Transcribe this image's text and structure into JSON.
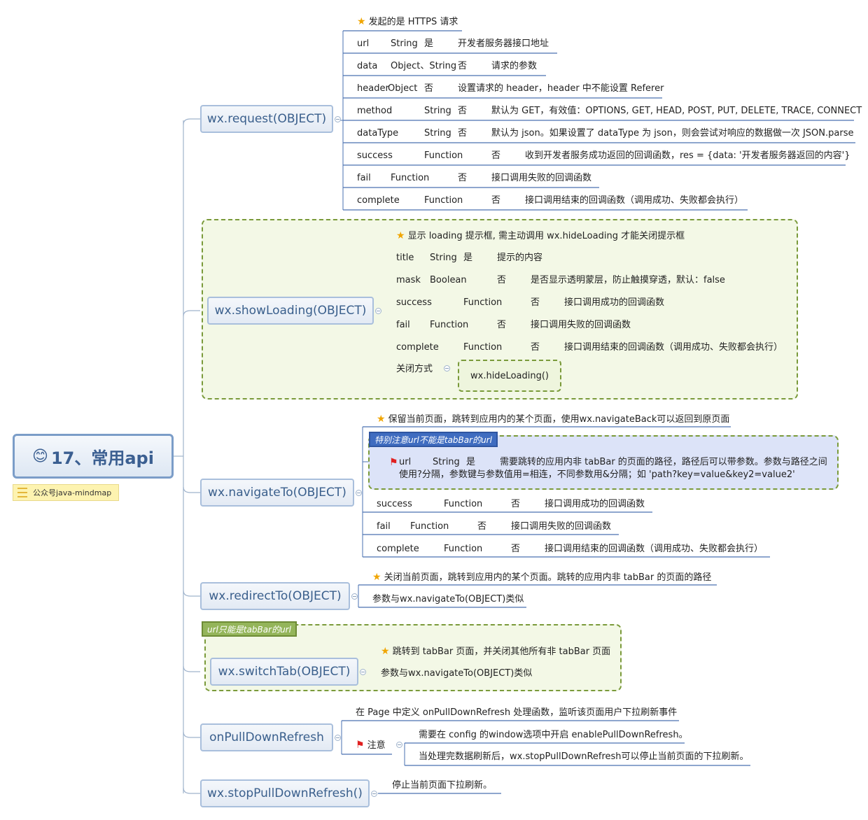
{
  "root": {
    "emoji": "😊",
    "title": "17、常用api",
    "label": "公众号java-mindmap"
  },
  "request": {
    "title": "wx.request(OBJECT)",
    "note": "发起的是 HTTPS 请求",
    "rows": [
      [
        "url",
        "String",
        "是",
        "开发者服务器接口地址"
      ],
      [
        "data",
        "Object、String",
        "否",
        "请求的参数"
      ],
      [
        "header",
        "Object",
        "否",
        "设置请求的 header，header 中不能设置 Referer"
      ],
      [
        "method",
        "String",
        "否",
        "默认为 GET，有效值：OPTIONS, GET, HEAD, POST, PUT, DELETE, TRACE, CONNECT"
      ],
      [
        "dataType",
        "String",
        "否",
        "默认为 json。如果设置了 dataType 为 json，则会尝试对响应的数据做一次 JSON.parse"
      ],
      [
        "success",
        "Function",
        "否",
        "收到开发者服务成功返回的回调函数，res = {data: '开发者服务器返回的内容'}"
      ],
      [
        "fail",
        "Function",
        "否",
        "接口调用失败的回调函数"
      ],
      [
        "complete",
        "Function",
        "否",
        "接口调用结束的回调函数（调用成功、失败都会执行）"
      ]
    ]
  },
  "showLoading": {
    "title": "wx.showLoading(OBJECT)",
    "note": "显示 loading 提示框, 需主动调用 wx.hideLoading 才能关闭提示框",
    "rows": [
      [
        "title",
        "String",
        "是",
        "提示的内容"
      ],
      [
        "mask",
        "Boolean",
        "否",
        "是否显示透明蒙层，防止触摸穿透，默认：false"
      ],
      [
        "success",
        "Function",
        "否",
        "接口调用成功的回调函数"
      ],
      [
        "fail",
        "Function",
        "否",
        "接口调用失败的回调函数"
      ],
      [
        "complete",
        "Function",
        "否",
        "接口调用结束的回调函数（调用成功、失败都会执行）"
      ]
    ],
    "close_label": "关闭方式",
    "close_value": "wx.hideLoading()"
  },
  "navigateTo": {
    "title": "wx.navigateTo(OBJECT)",
    "note": "保留当前页面，跳转到应用内的某个页面，使用wx.navigateBack可以返回到原页面",
    "tag": "特别注意url不能是tabBar的url",
    "url_row": [
      "url",
      "String",
      "是",
      "需要跳转的应用内非 tabBar 的页面的路径，路径后可以带参数。参数与路径之间"
    ],
    "url_row_line2": "使用?分隔，参数键与参数值用=相连，不同参数用&分隔；如 'path?key=value&key2=value2'",
    "rows": [
      [
        "success",
        "Function",
        "否",
        "接口调用成功的回调函数"
      ],
      [
        "fail",
        "Function",
        "否",
        "接口调用失败的回调函数"
      ],
      [
        "complete",
        "Function",
        "否",
        "接口调用结束的回调函数（调用成功、失败都会执行）"
      ]
    ]
  },
  "redirectTo": {
    "title": "wx.redirectTo(OBJECT)",
    "note": "关闭当前页面，跳转到应用内的某个页面。跳转的应用内非 tabBar 的页面的路径",
    "detail": "参数与wx.navigateTo(OBJECT)类似"
  },
  "switchTab": {
    "title": "wx.switchTab(OBJECT)",
    "tag": "url只能是tabBar的url",
    "note": "跳转到 tabBar 页面，并关闭其他所有非 tabBar 页面",
    "detail": "参数与wx.navigateTo(OBJECT)类似"
  },
  "pullDown": {
    "title": "onPullDownRefresh",
    "desc": "在 Page 中定义 onPullDownRefresh 处理函数，监听该页面用户下拉刷新事件",
    "attention": "注意",
    "notes": [
      "需要在 config 的window选项中开启 enablePullDownRefresh。",
      "当处理完数据刷新后，wx.stopPullDownRefresh可以停止当前页面的下拉刷新。"
    ]
  },
  "stopPull": {
    "title": "wx.stopPullDownRefresh()",
    "desc": "停止当前页面下拉刷新。"
  },
  "colors": {
    "branch_border": "#a9bfdc",
    "branch_text": "#3a5f8c",
    "underline": "#4a72b0",
    "group_border": "#7a9a3a"
  }
}
